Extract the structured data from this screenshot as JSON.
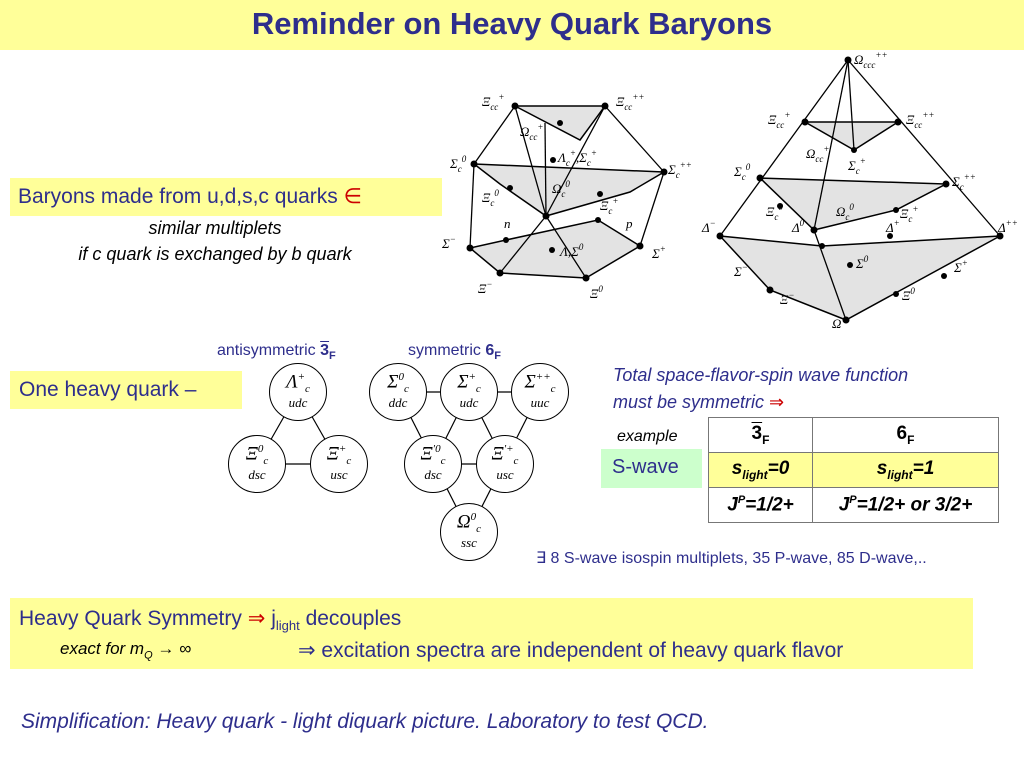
{
  "slide": {
    "title": "Reminder on Heavy Quark Baryons",
    "baryons_box": {
      "text": "Baryons made from u,d,s,c quarks",
      "symbol": "∈"
    },
    "multiplets_note": {
      "line1": "similar multiplets",
      "line2": "if c quark is exchanged by b quark"
    },
    "one_heavy_box": {
      "text": "One heavy quark –"
    },
    "antisym_label": {
      "prefix": "antisymmetric",
      "rep": "3",
      "sub": "F"
    },
    "sym_label": {
      "prefix": "symmetric",
      "rep": "6",
      "sub": "F"
    },
    "wavefunction_note": {
      "line1": "Total space-flavor-spin wave function",
      "line2": "must be symmetric",
      "arrow": "⇒"
    },
    "example_label": "example",
    "swave_label": "S-wave",
    "table": {
      "h1_rep": "3",
      "h1_sub": "F",
      "h2_rep": "6",
      "h2_sub": "F",
      "r1c1": {
        "s": "s",
        "sub": "light",
        "val": "=0"
      },
      "r1c2": {
        "s": "s",
        "sub": "light",
        "val": "=1"
      },
      "r2c1": {
        "j": "J",
        "sup": "P",
        "val": "=1/2+"
      },
      "r2c2": {
        "j": "J",
        "sup": "P",
        "val": "=1/2+ or 3/2+"
      }
    },
    "multiplet_count": "∃ 8 S-wave isospin multiplets, 35 P-wave,  85 D-wave,..",
    "hqs_box": {
      "line1_prefix": "Heavy Quark Symmetry",
      "arrow": "⇒",
      "j": "j",
      "j_sub": "light",
      "line1_suffix": "decouples",
      "exact_prefix": "exact for m",
      "exact_sub": "Q",
      "exact_suffix": "→ ∞",
      "line2": "⇒ excitation spectra are independent of heavy quark flavor"
    },
    "simplification": "Simplification: Heavy quark - light diquark picture. Laboratory to test QCD."
  },
  "antitriplet_nodes": [
    {
      "sym": "Λ",
      "sup": "+",
      "q": "udc"
    },
    {
      "sym": "Ξ",
      "sup": "0",
      "q": "dsc"
    },
    {
      "sym": "Ξ",
      "sup": "+",
      "q": "usc"
    }
  ],
  "sextet_nodes": [
    {
      "sym": "Σ",
      "sup": "0",
      "q": "ddc"
    },
    {
      "sym": "Σ",
      "sup": "+",
      "q": "udc"
    },
    {
      "sym": "Σ",
      "sup": "++",
      "q": "uuc"
    },
    {
      "sym": "Ξ",
      "sup": "′0",
      "q": "dsc"
    },
    {
      "sym": "Ξ",
      "sup": "′+",
      "q": "usc"
    },
    {
      "sym": "Ω",
      "sup": "0",
      "q": "ssc"
    }
  ],
  "left_polyhedron_labels": [
    {
      "b": "Ξ",
      "sub": "cc",
      "sup": "+"
    },
    {
      "b": "Ξ",
      "sub": "cc",
      "sup": "++"
    },
    {
      "b": "Ω",
      "sub": "cc",
      "sup": "+"
    },
    {
      "b": "Λ",
      "sub": "c",
      "sup": "+"
    },
    {
      "b": "Σ",
      "sub": "c",
      "sup": "+"
    },
    {
      "b": "Σ",
      "sub": "c",
      "sup": "0"
    },
    {
      "b": "Σ",
      "sub": "c",
      "sup": "++"
    },
    {
      "b": "Ξ",
      "sub": "c",
      "sup": "0"
    },
    {
      "b": "Ω",
      "sub": "c",
      "sup": "0"
    },
    {
      "b": "Ξ",
      "sub": "c",
      "sup": "+"
    },
    {
      "b": "n",
      "sub": "",
      "sup": ""
    },
    {
      "b": "p",
      "sub": "",
      "sup": ""
    },
    {
      "b": "Σ",
      "sub": "",
      "sup": "−"
    },
    {
      "b": "Λ,Σ",
      "sub": "",
      "sup": "0"
    },
    {
      "b": "Σ",
      "sub": "",
      "sup": "+"
    },
    {
      "b": "Ξ",
      "sub": "",
      "sup": "−"
    },
    {
      "b": "Ξ",
      "sub": "",
      "sup": "0"
    }
  ],
  "right_polyhedron_labels": [
    {
      "b": "Ω",
      "sub": "ccc",
      "sup": "++"
    },
    {
      "b": "Ξ",
      "sub": "cc",
      "sup": "+"
    },
    {
      "b": "Ξ",
      "sub": "cc",
      "sup": "++"
    },
    {
      "b": "Ω",
      "sub": "cc",
      "sup": "+"
    },
    {
      "b": "Σ",
      "sub": "c",
      "sup": "0"
    },
    {
      "b": "Σ",
      "sub": "c",
      "sup": "+"
    },
    {
      "b": "Σ",
      "sub": "c",
      "sup": "++"
    },
    {
      "b": "Ξ",
      "sub": "c",
      "sup": "0"
    },
    {
      "b": "Ω",
      "sub": "c",
      "sup": "0"
    },
    {
      "b": "Ξ",
      "sub": "c",
      "sup": "+"
    },
    {
      "b": "Δ",
      "sub": "",
      "sup": "0"
    },
    {
      "b": "Δ",
      "sub": "",
      "sup": "+"
    },
    {
      "b": "Δ",
      "sub": "",
      "sup": "−"
    },
    {
      "b": "Δ",
      "sub": "",
      "sup": "++"
    },
    {
      "b": "Σ",
      "sub": "",
      "sup": "0"
    },
    {
      "b": "Σ",
      "sub": "",
      "sup": "−"
    },
    {
      "b": "Σ",
      "sub": "",
      "sup": "+"
    },
    {
      "b": "Ξ",
      "sub": "",
      "sup": "−"
    },
    {
      "b": "Ξ",
      "sub": "",
      "sup": "0"
    },
    {
      "b": "Ω",
      "sub": "",
      "sup": "−"
    }
  ],
  "colors": {
    "title": "#2e2e8c",
    "yellow_box": "#ffff99",
    "green_box": "#ccffcc",
    "accent_red": "#cc0000"
  }
}
